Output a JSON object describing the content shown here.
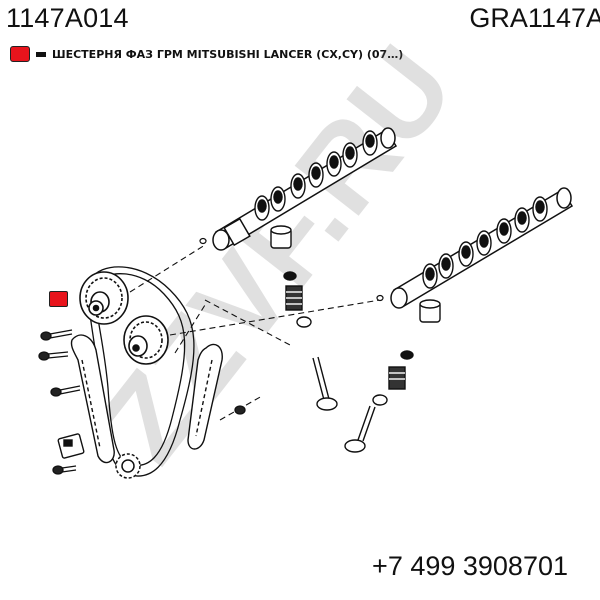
{
  "header": {
    "part_number": "1147A014",
    "catalog_code": "GRA1147A"
  },
  "legend": {
    "description": "ШЕСТЕРНЯ ФАЗ ГРМ MITSUBISHI LANCER (CX,CY) (07…)",
    "marker_color": "#e8141c"
  },
  "watermark": {
    "text": "ZZVF.RU"
  },
  "footer": {
    "phone": "+7 499 3908701"
  }
}
